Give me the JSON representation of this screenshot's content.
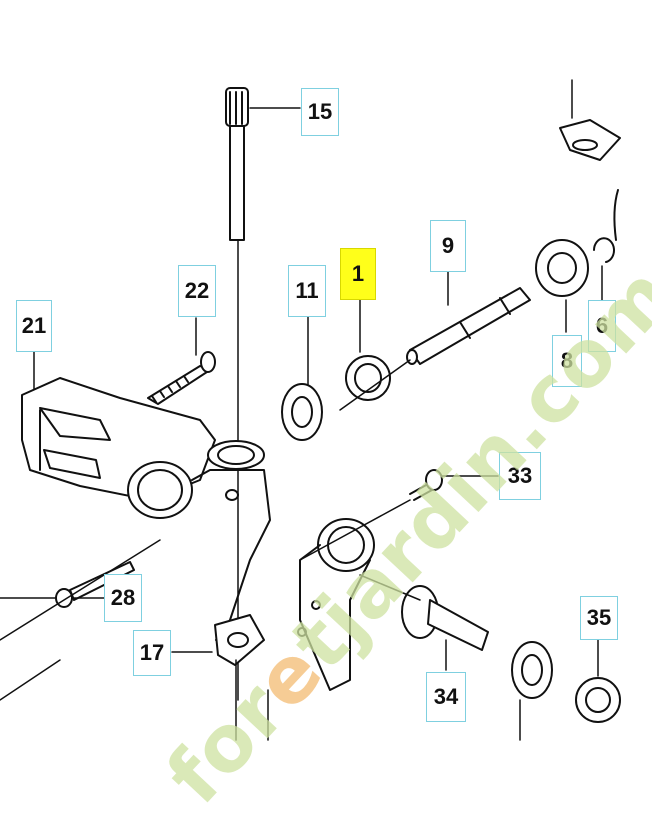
{
  "diagram": {
    "callouts": [
      {
        "id": "15",
        "text": "15"
      },
      {
        "id": "22",
        "text": "22"
      },
      {
        "id": "21",
        "text": "21"
      },
      {
        "id": "11",
        "text": "11"
      },
      {
        "id": "1",
        "text": "1",
        "highlighted": true
      },
      {
        "id": "9",
        "text": "9"
      },
      {
        "id": "8",
        "text": "8"
      },
      {
        "id": "6",
        "text": "6"
      },
      {
        "id": "33",
        "text": "33"
      },
      {
        "id": "28",
        "text": "28"
      },
      {
        "id": "17",
        "text": "17"
      },
      {
        "id": "34",
        "text": "34"
      },
      {
        "id": "35",
        "text": "35"
      }
    ],
    "highlight_color": "#ffff1a",
    "box_border_color": "#7fd0e0",
    "watermark": {
      "text_a": "for",
      "text_b": "e",
      "text_c": "tjardin.com",
      "color": "#cde1a0",
      "accent_color": "#f5c382"
    }
  }
}
